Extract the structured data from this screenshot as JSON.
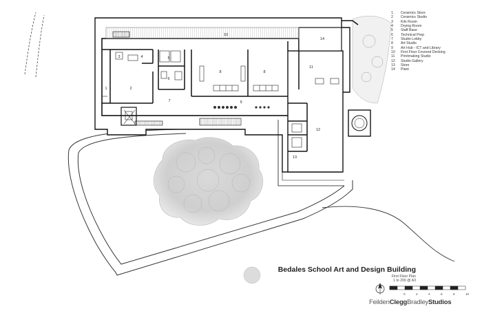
{
  "drawing": {
    "title": "Bedales School Art and Design Building",
    "subtitle": "First Floor Plan",
    "scale_text": "1 to 200 @ A3",
    "scale_bar_labels": [
      "0",
      "2",
      "4",
      "6",
      "8",
      "10"
    ]
  },
  "brand": {
    "part1": "Feilden",
    "part2": "Clegg",
    "part3": "Bradley",
    "part4": "Studios"
  },
  "legend": [
    {
      "num": "1",
      "label": "Ceramics Store"
    },
    {
      "num": "2",
      "label": "Ceramics Studio"
    },
    {
      "num": "3",
      "label": "Kiln Room"
    },
    {
      "num": "4",
      "label": "Drying Room"
    },
    {
      "num": "5",
      "label": "Staff Base"
    },
    {
      "num": "6",
      "label": "Technical Prep"
    },
    {
      "num": "7",
      "label": "Studio Lobby"
    },
    {
      "num": "8",
      "label": "Art Studio"
    },
    {
      "num": "9",
      "label": "Art Hub - ICT and Library"
    },
    {
      "num": "10",
      "label": "First Floor Covered Decking"
    },
    {
      "num": "11",
      "label": "Printmaking Studio"
    },
    {
      "num": "12",
      "label": "Studio Gallery"
    },
    {
      "num": "13",
      "label": "Store"
    },
    {
      "num": "14",
      "label": "Plant"
    }
  ],
  "room_tags": [
    {
      "num": "1"
    },
    {
      "num": "2"
    },
    {
      "num": "3"
    },
    {
      "num": "4"
    },
    {
      "num": "5"
    },
    {
      "num": "6"
    },
    {
      "num": "7"
    },
    {
      "num": "8"
    },
    {
      "num": "8"
    },
    {
      "num": "9"
    },
    {
      "num": "10"
    },
    {
      "num": "11"
    },
    {
      "num": "12"
    },
    {
      "num": "13"
    },
    {
      "num": "14"
    }
  ]
}
